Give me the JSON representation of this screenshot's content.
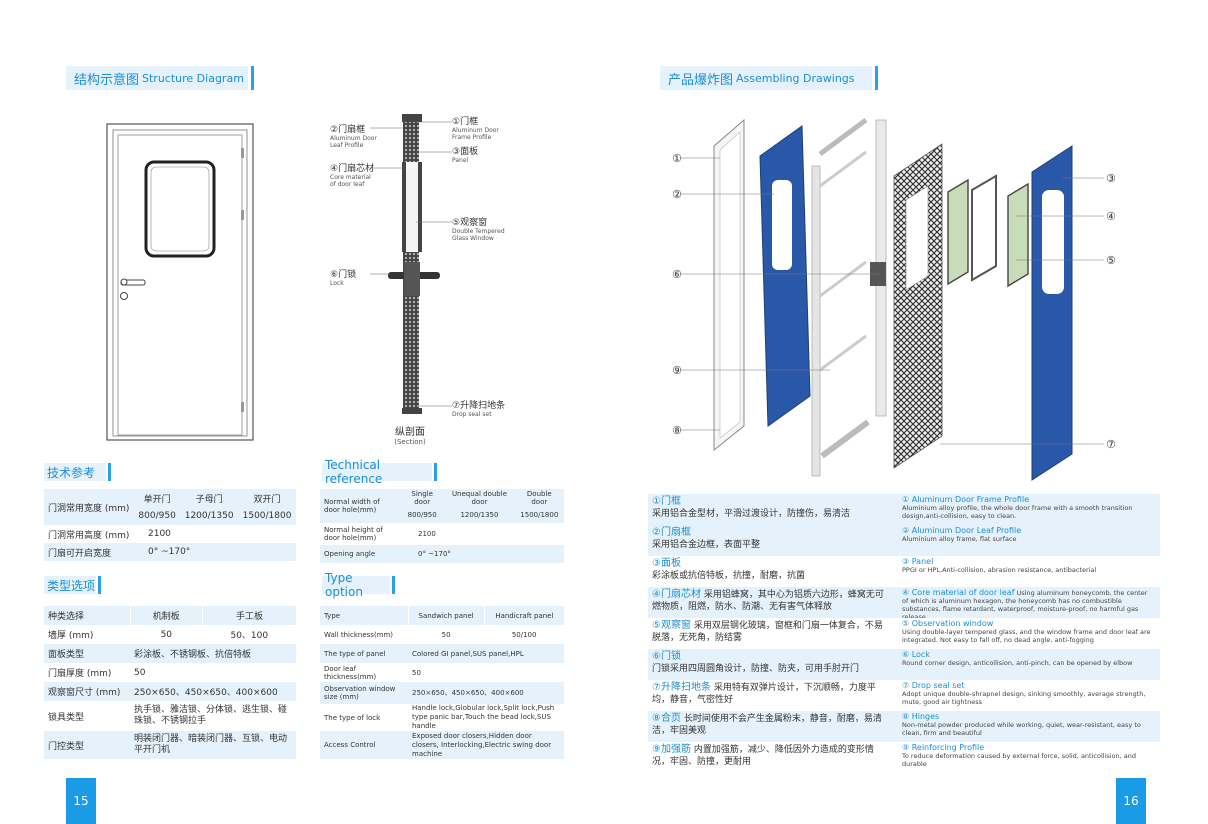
{
  "left_page": {
    "structure_title_cn": "结构示意图",
    "structure_title_en": "Structure Diagram",
    "callouts_left": [
      {
        "cn": "②门扇框",
        "en1": "Aluminum Door",
        "en2": "Leaf Profile"
      },
      {
        "cn": "④门扇芯材",
        "en1": "Core material",
        "en2": "of door leaf"
      },
      {
        "cn": "⑥门锁",
        "en1": "Lock",
        "en2": ""
      }
    ],
    "callouts_right": [
      {
        "cn": "①门框",
        "en1": "Aluminum Door",
        "en2": "Frame Profile"
      },
      {
        "cn": "③面板",
        "en1": "Panel",
        "en2": ""
      },
      {
        "cn": "⑤观察窗",
        "en1": "Double Tempered",
        "en2": "Glass Window"
      },
      {
        "cn": "⑦升降扫地条",
        "en1": "Drop seal set",
        "en2": ""
      }
    ],
    "section_cn": "纵剖面",
    "section_en": "(Section)",
    "tech_cn_title": "技术参考",
    "tech_en_title": "Technical reference",
    "tech_cn": {
      "r1_label": "门洞常用宽度 (mm)",
      "h1": "单开门",
      "h2": "子母门",
      "h3": "双开门",
      "v1": "800/950",
      "v2": "1200/1350",
      "v3": "1500/1800",
      "r2_label": "门洞常用高度 (mm)",
      "r2_val": "2100",
      "r3_label": "门扇可开启宽度",
      "r3_val": "0° ~170°"
    },
    "tech_en": {
      "r1_label": "Normal width of door hole(mm)",
      "h1": "Single door",
      "h2": "Unequal double door",
      "h3": "Double door",
      "v1": "800/950",
      "v2": "1200/1350",
      "v3": "1500/1800",
      "r2_label": "Normal height of door hole(mm)",
      "r2_val": "2100",
      "r3_label": "Opening angle",
      "r3_val": "0° ~170°"
    },
    "type_cn_title": "类型选项",
    "type_en_title": "Type option",
    "type_cn": [
      [
        "种类选择",
        "机制板",
        "手工板"
      ],
      [
        "墙厚 (mm)",
        "50",
        "50、100"
      ],
      [
        "面板类型",
        "彩涂板、不锈钢板、抗倍特板",
        ""
      ],
      [
        "门扇厚度 (mm)",
        "50",
        ""
      ],
      [
        "观察窗尺寸 (mm)",
        "250×650、450×650、400×600",
        ""
      ],
      [
        "锁具类型",
        "执手锁、雅洁锁、分体锁、逃生锁、碰珠锁、不锈钢拉手",
        ""
      ],
      [
        "门控类型",
        "明装闭门器、暗装闭门器、互锁、电动平开门机",
        ""
      ]
    ],
    "type_en": [
      [
        "Type",
        "Sandwich panel",
        "Handicraft panel"
      ],
      [
        "Wall thickness(mm)",
        "50",
        "50/100"
      ],
      [
        "The type of panel",
        "Colored GI panel,SUS panel,HPL",
        ""
      ],
      [
        "Door leaf thickness(mm)",
        "50",
        ""
      ],
      [
        "Observation window size (mm)",
        "250×650、450×650、400×600",
        ""
      ],
      [
        "The type of lock",
        "Handle lock,Globular lock,Split lock,Push type panic bar,Touch the bead lock,SUS handle",
        ""
      ],
      [
        "Access Control",
        "Exposed door closers,Hidden door closers, Interlocking,Electric swing door machine",
        ""
      ]
    ],
    "page_number": "15"
  },
  "right_page": {
    "title_cn": "产品爆炸图",
    "title_en": "Assembling Drawings",
    "markers_left": [
      "①",
      "②",
      "⑥",
      "⑨",
      "⑧"
    ],
    "markers_right": [
      "③",
      "④",
      "⑤",
      "⑦"
    ],
    "parts": [
      {
        "cn_head": "①门框",
        "cn_body": "采用铝合金型材，平滑过渡设计，防撞伤，易清洁",
        "en_head": "① Aluminum Door Frame Profile",
        "en_body": "Aluminium alloy profile, the whole door frame with a smooth transition design,anti-collision, easy to clean."
      },
      {
        "cn_head": "②门扇框",
        "cn_body": "采用铝合金边框，表面平整",
        "en_head": "② Aluminum Door Leaf Profile",
        "en_body": "Aluminium alloy frame, flat surface"
      },
      {
        "cn_head": "③面板",
        "cn_body": "彩涂板或抗倍特板，抗撞，耐磨，抗菌",
        "en_head": "③ Panel",
        "en_body": "PPGI or HPL,Anti-collision, abrasion resistance, antibacterial"
      },
      {
        "cn_head": "④门扇芯材",
        "cn_body": "采用铝蜂窝，其中心为铝质六边形，蜂窝无可燃物质，阻燃，防水、防潮、无有害气体释放",
        "en_head": "④ Core material of door leaf",
        "en_body": "Using aluminum honeycomb, the center of which is aluminum hexagon, the honeycomb has no combustible substances, flame retardant, waterproof, moisture-proof, no harmful gas release"
      },
      {
        "cn_head": "⑤观察窗",
        "cn_body": "采用双层钢化玻璃，窗框和门扇一体复合，不易脱落，无死角，防结雾",
        "en_head": "⑤ Observation window",
        "en_body": "Using double-layer tempered glass, and the window frame and door leaf are integrated. Not easy to fall off, no dead angle, anti-fogging"
      },
      {
        "cn_head": "⑥门锁",
        "cn_body": "门锁采用四周圆角设计，防撞、防夹，可用手肘开门",
        "en_head": "⑥ Lock",
        "en_body": "Round corner design, anticollision, anti-pinch, can be opened by elbow"
      },
      {
        "cn_head": "⑦升降扫地条",
        "cn_body": "采用特有双弹片设计，下沉顺畅，力度平均，静音，气密性好",
        "en_head": "⑦ Drop seal set",
        "en_body": "Adopt unique double-shrapnel design, sinking smoothly, average strength, mute, good air tightness"
      },
      {
        "cn_head": "⑧合页",
        "cn_body": "长时间使用不会产生金属粉末，静音，耐磨，易清洁，牢固美观",
        "en_head": "⑧ Hinges",
        "en_body": "Non-metal powder produced while working, quiet, wear-resistant, easy to clean, firm and beautiful"
      },
      {
        "cn_head": "⑨加强筋",
        "cn_body": "内置加强筋，减少、降低因外力造成的变形情况，牢固、防撞，更耐用",
        "en_head": "⑨ Reinforcing Profile",
        "en_body": "To reduce deformation caused by external force, solid, anticollision, and durable"
      }
    ],
    "page_number": "16"
  },
  "colors": {
    "accent": "#1a8fd3",
    "shade": "#e6f2fb",
    "page_tab": "#1a9be6",
    "panel_blue": "#2a58a8"
  }
}
